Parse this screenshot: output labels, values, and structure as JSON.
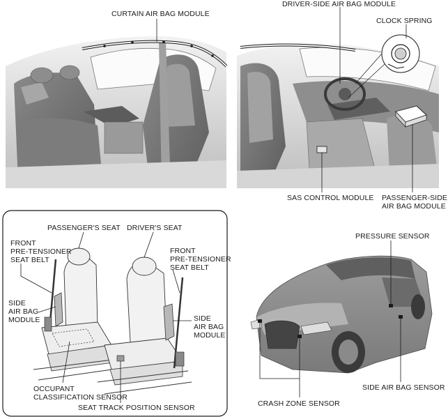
{
  "labels": {
    "curtain_airbag": "CURTAIN AIR BAG MODULE",
    "driver_airbag": "DRIVER-SIDE AIR BAG MODULE",
    "clock_spring": "CLOCK SPRING",
    "sas_control": "SAS CONTROL MODULE",
    "passenger_airbag_line1": "PASSENGER-SIDE",
    "passenger_airbag_line2": "AIR BAG MODULE",
    "passengers_seat": "PASSENGER'S SEAT",
    "drivers_seat": "DRIVER'S SEAT",
    "front_pretensioner_left_line1": "FRONT",
    "front_pretensioner_left_line2": "PRE-TENSIONER",
    "front_pretensioner_left_line3": "SEAT BELT",
    "front_pretensioner_right_line1": "FRONT",
    "front_pretensioner_right_line2": "PRE-TENSIONER",
    "front_pretensioner_right_line3": "SEAT BELT",
    "side_airbag_left_line1": "SIDE",
    "side_airbag_left_line2": "AIR BAG",
    "side_airbag_left_line3": "MODULE",
    "side_airbag_right_line1": "SIDE",
    "side_airbag_right_line2": "AIR BAG",
    "side_airbag_right_line3": "MODULE",
    "occupant_sensor_line1": "OCCUPANT",
    "occupant_sensor_line2": "CLASSIFICATION SENSOR",
    "seat_track_sensor": "SEAT TRACK POSITION SENSOR",
    "pressure_sensor": "PRESSURE SENSOR",
    "side_airbag_sensor": "SIDE AIR BAG SENSOR",
    "crash_zone_sensor": "CRASH ZONE SENSOR"
  },
  "colors": {
    "line": "#1a1a1a",
    "dark_gray": "#6f6f6f",
    "mid_gray": "#9a9a9a",
    "light_gray": "#c8c8c8",
    "pale_gray": "#e2e2e2"
  }
}
